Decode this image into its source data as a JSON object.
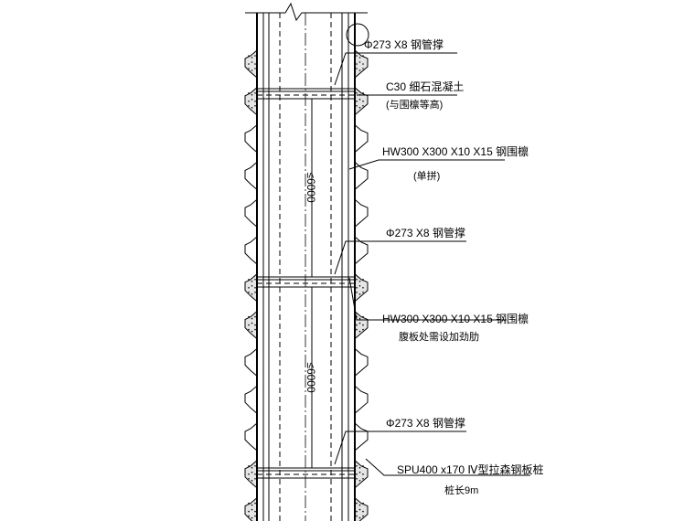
{
  "labels": {
    "pipe_strut_1": "Φ273 X8 钢管撑",
    "concrete_1": "C30 细石混凝土",
    "concrete_2": "(与围檩等高)",
    "waler_1": "HW300 X300 X10 X15 钢围檩",
    "waler_1_note": "(单拼)",
    "pipe_strut_2": "Φ273 X8 钢管撑",
    "waler_2": "HW300 X300 X10 X15 钢围檩",
    "waler_2_note": "腹板处需设加劲肋",
    "pipe_strut_3": "Φ273 X8 钢管撑",
    "sheet_pile": "SPU400 x170  Ⅳ型拉森钢板桩",
    "sheet_pile_note": "桩长9m"
  },
  "dimensions": {
    "span_1": "≤6000",
    "span_2": "≤6000"
  }
}
